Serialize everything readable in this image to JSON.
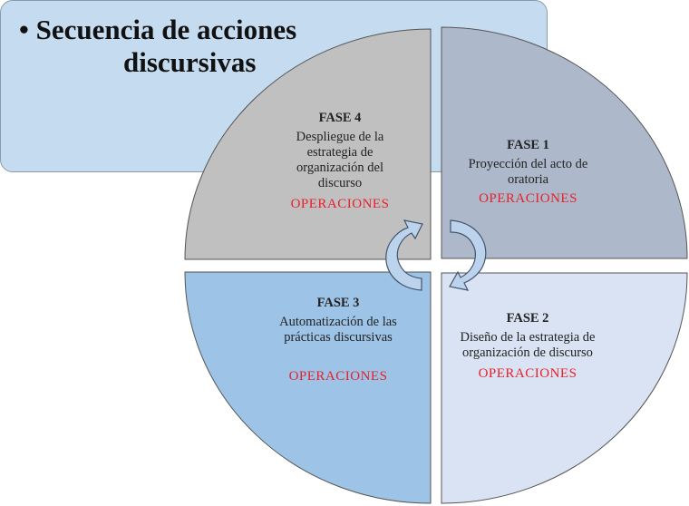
{
  "title": {
    "bullet": "•",
    "line1": "Secuencia de acciones",
    "line2": "discursivas"
  },
  "phases": {
    "fase4": {
      "label": "FASE 4",
      "description": "Despliegue de la estrategia de organización del discurso",
      "operations": "OPERACIONES"
    },
    "fase1": {
      "label": "FASE 1",
      "description": "Proyección del acto de oratoria",
      "operations": "OPERACIONES"
    },
    "fase3": {
      "label": "FASE 3",
      "description": "Automatización de las prácticas discursivas",
      "operations": "OPERACIONES"
    },
    "fase2": {
      "label": "FASE 2",
      "description": "Diseño de la estrategia de organización de discurso",
      "operations": "OPERACIONES"
    }
  },
  "colors": {
    "title_box": "#c5dcf0",
    "fase4": "#c0c0c0",
    "fase1": "#adb9ca",
    "fase3": "#9dc3e6",
    "fase2": "#dae3f3",
    "operations": "#e8202a",
    "arrows": "#bcd3ee"
  }
}
